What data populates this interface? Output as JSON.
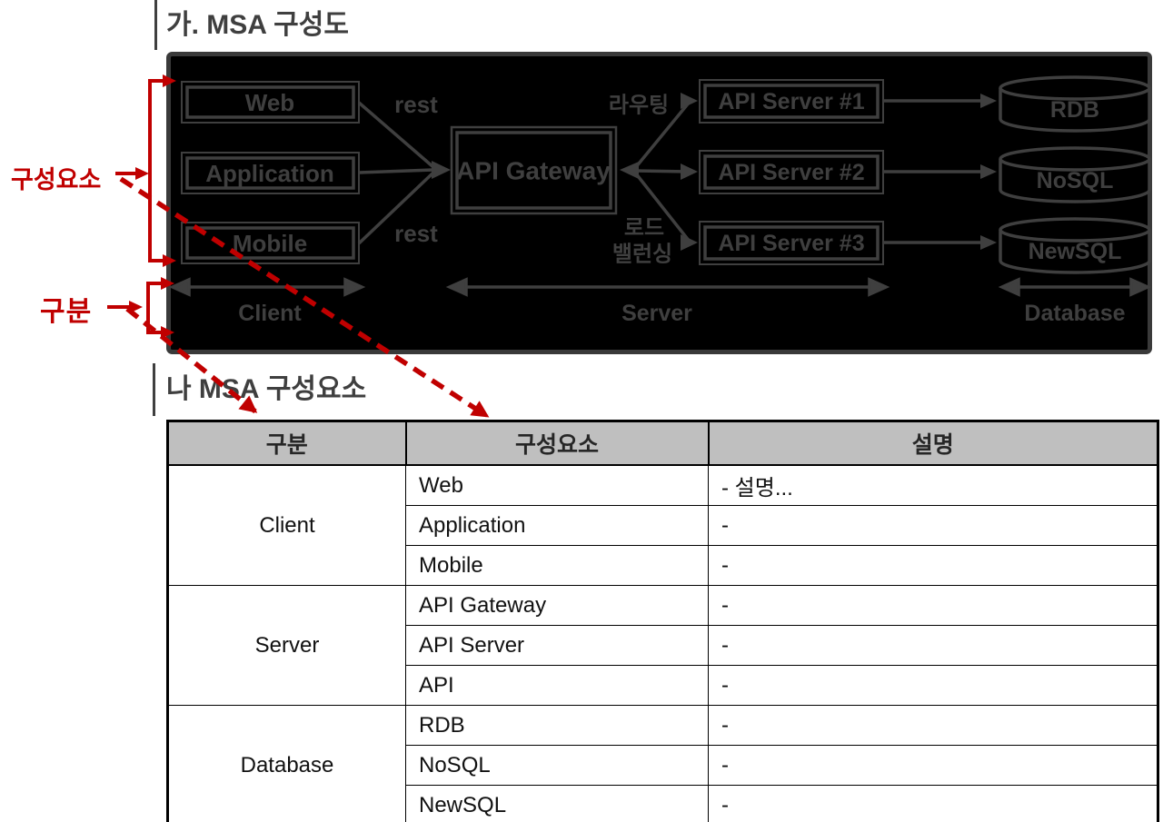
{
  "sections": {
    "diagram_title": "가. MSA 구성도",
    "table_title": "나 MSA 구성요소"
  },
  "annotations": {
    "components_label": "구성요소",
    "category_label": "구분",
    "red_color": "#c00000"
  },
  "diagram": {
    "bg_color": "#000000",
    "stroke_color": "#3f3f3f",
    "client_boxes": [
      "Web",
      "Application",
      "Mobile"
    ],
    "gateway_label": "API Gateway",
    "server_boxes": [
      "API Server #1",
      "API Server #2",
      "API Server #3"
    ],
    "databases": [
      "RDB",
      "NoSQL",
      "NewSQL"
    ],
    "rest_label_top": "rest",
    "rest_label_bottom": "rest",
    "routing_label": "라우팅",
    "load_balancing_line1": "로드",
    "load_balancing_line2": "밸런싱",
    "zone_labels": [
      "Client",
      "Server",
      "Database"
    ]
  },
  "table": {
    "header_bg": "#bfbfbf",
    "headers": [
      "구분",
      "구성요소",
      "설명"
    ],
    "groups": [
      {
        "name": "Client",
        "rows": [
          [
            "Web",
            "- 설명..."
          ],
          [
            "Application",
            "-"
          ],
          [
            "Mobile",
            "-"
          ]
        ]
      },
      {
        "name": "Server",
        "rows": [
          [
            "API Gateway",
            "-"
          ],
          [
            "API Server",
            "-"
          ],
          [
            "API",
            "-"
          ]
        ]
      },
      {
        "name": "Database",
        "rows": [
          [
            "RDB",
            "-"
          ],
          [
            "NoSQL",
            "-"
          ],
          [
            "NewSQL",
            "-"
          ]
        ]
      }
    ]
  }
}
